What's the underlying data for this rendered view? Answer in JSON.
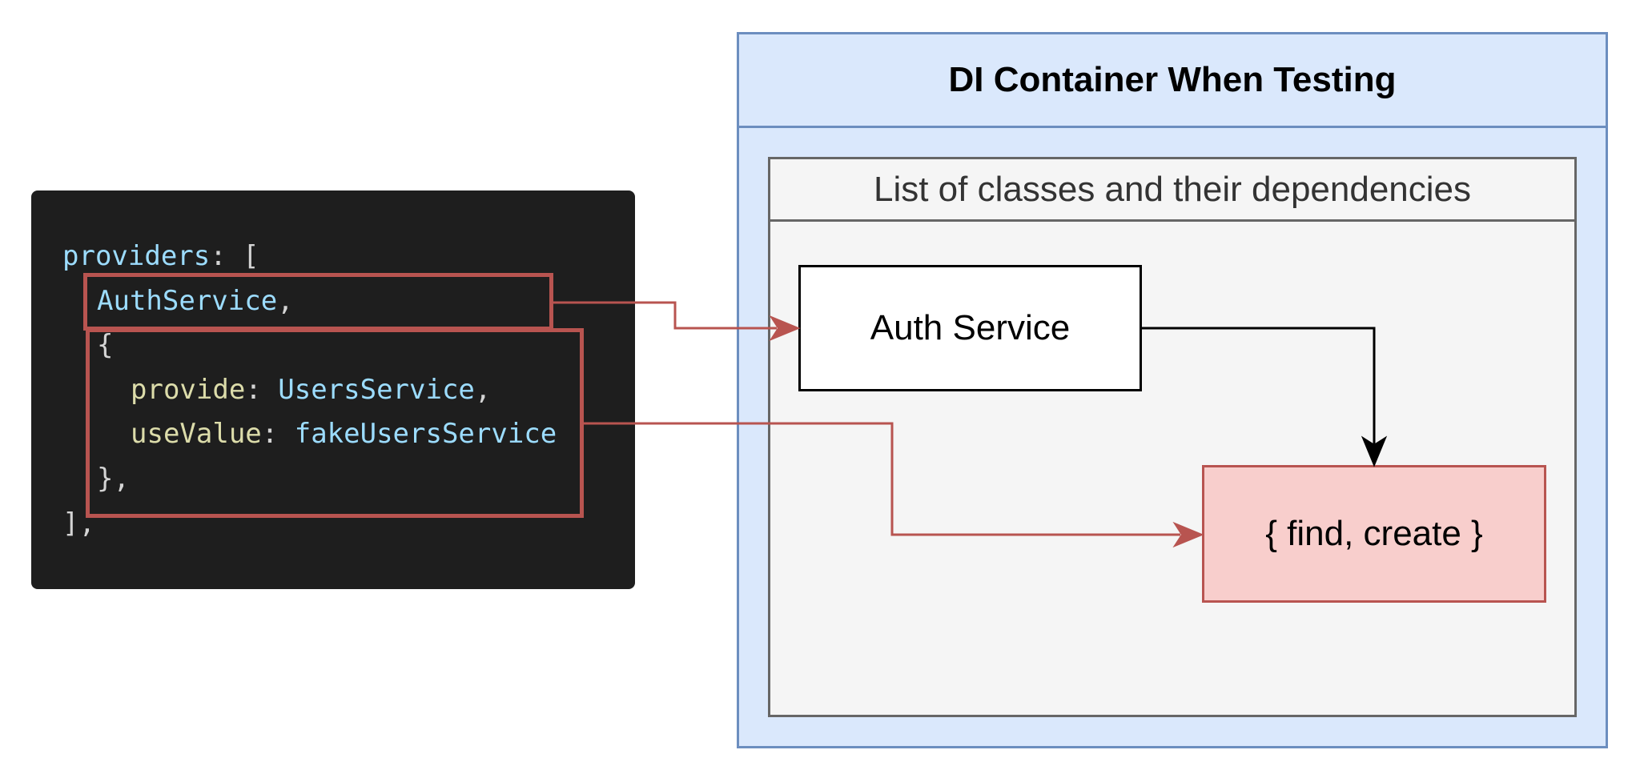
{
  "code": {
    "line1": {
      "keyword": "providers",
      "punct": ": ["
    },
    "line2": {
      "name": "AuthService",
      "punct": ","
    },
    "line3": {
      "punct": "{"
    },
    "line4": {
      "key": "provide",
      "sep": ": ",
      "value": "UsersService",
      "punct": ","
    },
    "line5": {
      "key": "useValue",
      "sep": ": ",
      "value": "fakeUsersService"
    },
    "line6": {
      "punct": "},"
    },
    "line7": {
      "punct": "],"
    }
  },
  "container": {
    "title": "DI Container When Testing",
    "list_title": "List of classes and their dependencies",
    "nodes": {
      "auth": "Auth Service",
      "fake": "{ find, create }"
    }
  },
  "colors": {
    "code_bg": "#1e1e1e",
    "highlight": "#b85450",
    "container_fill": "#dae8fc",
    "container_stroke": "#6c8ebf",
    "list_fill": "#f5f5f5",
    "fake_fill": "#f8cecc"
  }
}
